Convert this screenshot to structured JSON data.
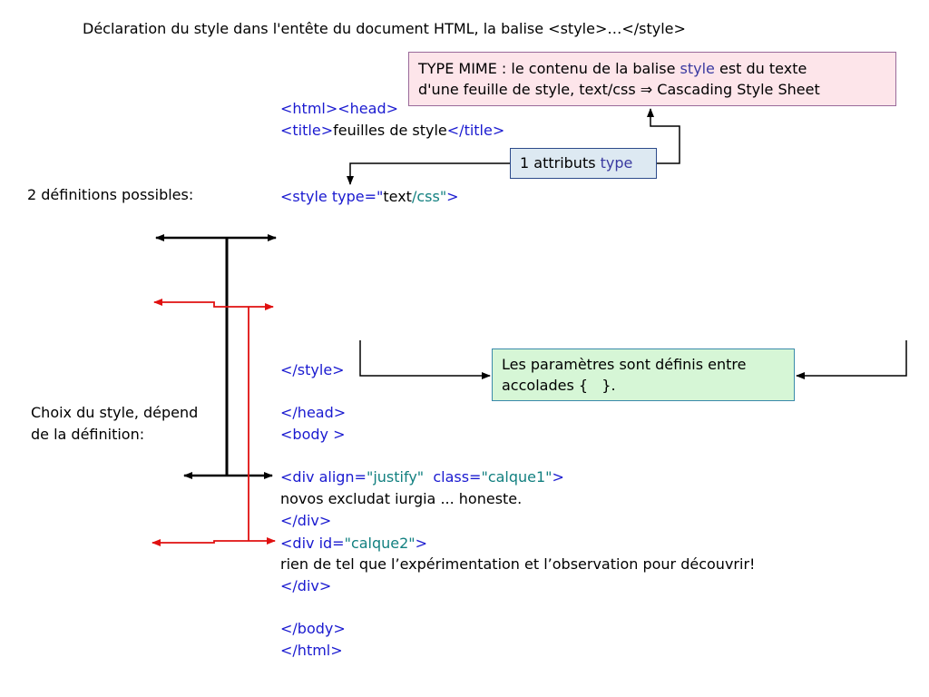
{
  "heading": "Déclaration du style dans l'entête du document HTML, la balise <style>…</style>",
  "left_labels": {
    "definitions": "2 définitions possibles:",
    "choice_line1": "Choix du style, dépend",
    "choice_line2": "de la définition:"
  },
  "mime_box": {
    "line1_a": "TYPE MIME : le contenu de la balise ",
    "line1_kw": "style",
    "line1_b": " est du texte",
    "line2": "d'une feuille de style, text/css ⇒ Cascading Style Sheet"
  },
  "attr_box": {
    "label": "1 attributs ",
    "kw": "type"
  },
  "param_box": {
    "line1": "Les paramètres sont définis entre",
    "line2": "accolades {   }."
  },
  "code": {
    "html_head": "<html><head>",
    "title_open": "<title>",
    "title_text": "feuilles de style",
    "title_close": "</title>",
    "style_open_a": "<style type=\"",
    "style_open_text": "text",
    "style_open_css": "/css\"",
    "style_open_end": ">",
    "style_close": "</style>",
    "head_close": "</head>",
    "body_open": "<body >",
    "div1_a": "<div align=",
    "div1_align": "\"justify\"",
    "div1_b": "  class=",
    "div1_class": "\"calque1\"",
    "div1_end": ">",
    "text1": "novos excludat iurgia ... honeste.",
    "div_close1": "</div>",
    "div2_a": "<div id=",
    "div2_id": "\"calque2\"",
    "div2_end": ">",
    "text2": "rien de tel que l’expérimentation et l’observation pour découvrir!",
    "div_close2": "</div>",
    "body_close": "</body>",
    "html_close": "</html>"
  },
  "colors": {
    "tag_blue": "#1a1ad0",
    "value_teal": "#128080",
    "arrow_red": "#e01010",
    "arrow_black": "#000000"
  }
}
